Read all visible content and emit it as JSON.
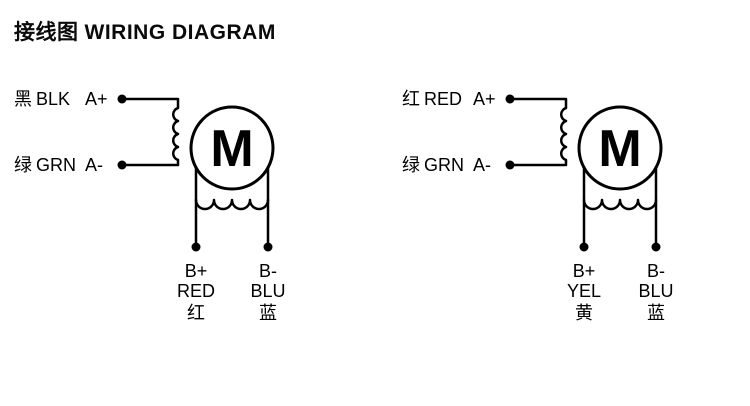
{
  "title": {
    "zh": "接线图",
    "en": "WIRING DIAGRAM"
  },
  "colors": {
    "line": "#000000",
    "background": "#ffffff"
  },
  "diagrams": [
    {
      "name": "left-motor",
      "motor_label": "M",
      "a_plus": {
        "zh": "黑",
        "en": "BLK",
        "terminal": "A+"
      },
      "a_minus": {
        "zh": "绿",
        "en": "GRN",
        "terminal": "A-"
      },
      "b_plus": {
        "terminal": "B+",
        "en": "RED",
        "zh": "红"
      },
      "b_minus": {
        "terminal": "B-",
        "en": "BLU",
        "zh": "蓝"
      }
    },
    {
      "name": "right-motor",
      "motor_label": "M",
      "a_plus": {
        "zh": "红",
        "en": "RED",
        "terminal": "A+"
      },
      "a_minus": {
        "zh": "绿",
        "en": "GRN",
        "terminal": "A-"
      },
      "b_plus": {
        "terminal": "B+",
        "en": "YEL",
        "zh": "黄"
      },
      "b_minus": {
        "terminal": "B-",
        "en": "BLU",
        "zh": "蓝"
      }
    }
  ]
}
